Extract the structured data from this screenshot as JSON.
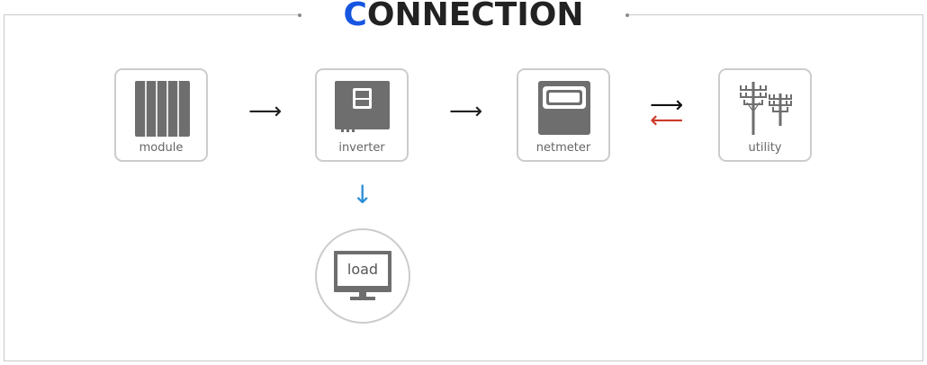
{
  "title": {
    "first_letter": "C",
    "rest": "ONNECTION"
  },
  "colors": {
    "accent": "#1655e0",
    "export_arrow": "#cc3a2a",
    "load_arrow": "#2a8fd6",
    "icon": "#6e6e6e"
  },
  "nodes": [
    {
      "label": "module",
      "icon": "solar-panel-icon"
    },
    {
      "label": "inverter",
      "icon": "inverter-icon"
    },
    {
      "label": "netmeter",
      "icon": "meter-icon"
    },
    {
      "label": "utility",
      "icon": "power-pole-icon"
    }
  ],
  "load": {
    "label": "load",
    "icon": "monitor-icon"
  },
  "arrows": {
    "module_to_inverter": "⟶",
    "inverter_to_netmeter": "⟶",
    "netmeter_to_utility": "⟶",
    "utility_to_netmeter": "⟵",
    "inverter_to_load": "↓"
  }
}
